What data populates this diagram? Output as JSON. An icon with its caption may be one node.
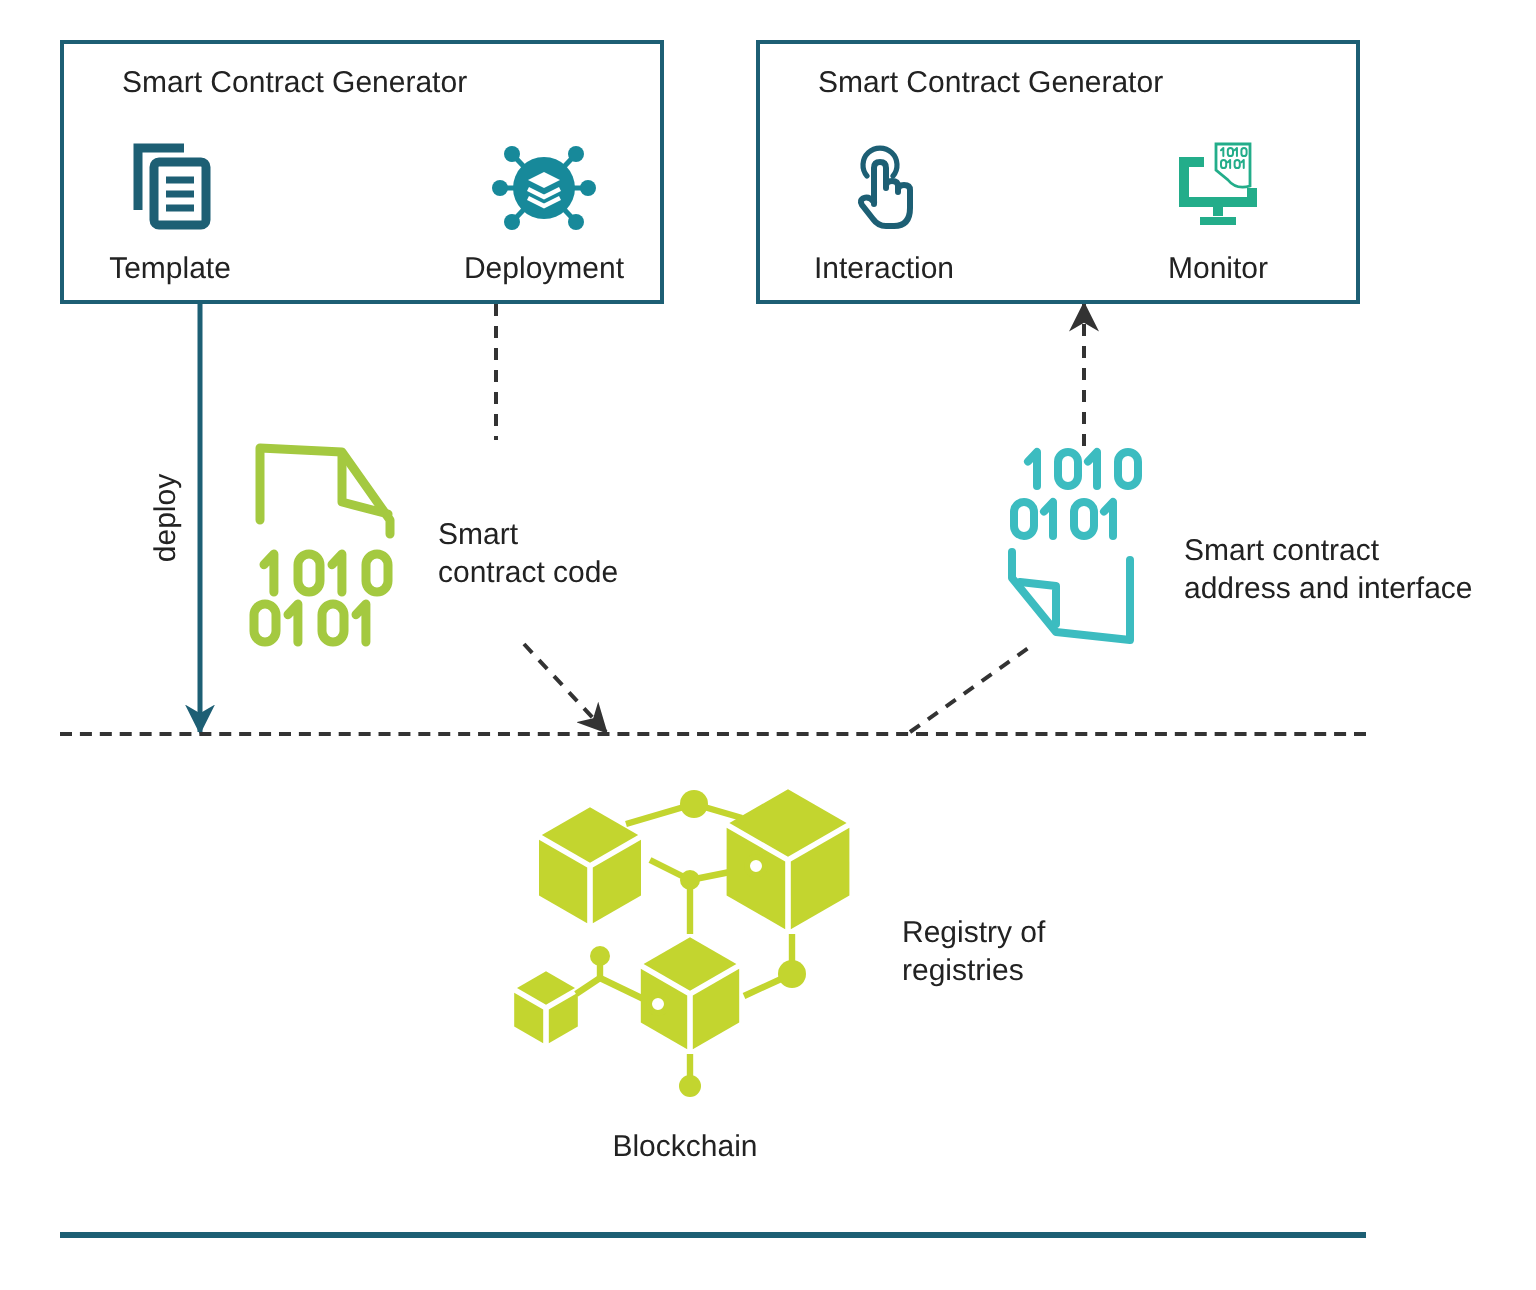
{
  "diagram": {
    "nodes": [
      {
        "text": [
          "Smart Contract Generator"
        ]
      },
      {
        "text": [
          "Template"
        ],
        "in": 0
      },
      {
        "text": [
          "Deployment"
        ],
        "in": 0
      },
      {
        "text": [
          "Smart Contract Generator"
        ]
      },
      {
        "text": [
          "Interaction"
        ],
        "in": 3
      },
      {
        "text": [
          "Monitor"
        ],
        "in": 3
      },
      {
        "text": [
          "Smart contract code"
        ]
      },
      {
        "text": [
          "Smart contract address and interface"
        ]
      },
      {
        "text": [],
        "shape": "band"
      },
      {
        "text": [
          "Blockchain"
        ],
        "beside": [
          "Registry of registries"
        ],
        "in": 8
      }
    ],
    "edges": [
      {
        "from": 0,
        "to": 8,
        "arrow": "to",
        "label": "deploy",
        "color": "#1d5f74"
      },
      {
        "from": 0,
        "to": 6,
        "arrow": "none",
        "style": "dashed"
      },
      {
        "from": 6,
        "to": 8,
        "arrow": "to",
        "style": "dashed"
      },
      {
        "from": 8,
        "to": 7,
        "arrow": "none",
        "style": "dashed"
      },
      {
        "from": 7,
        "to": 3,
        "arrow": "to",
        "style": "dashed"
      }
    ]
  }
}
